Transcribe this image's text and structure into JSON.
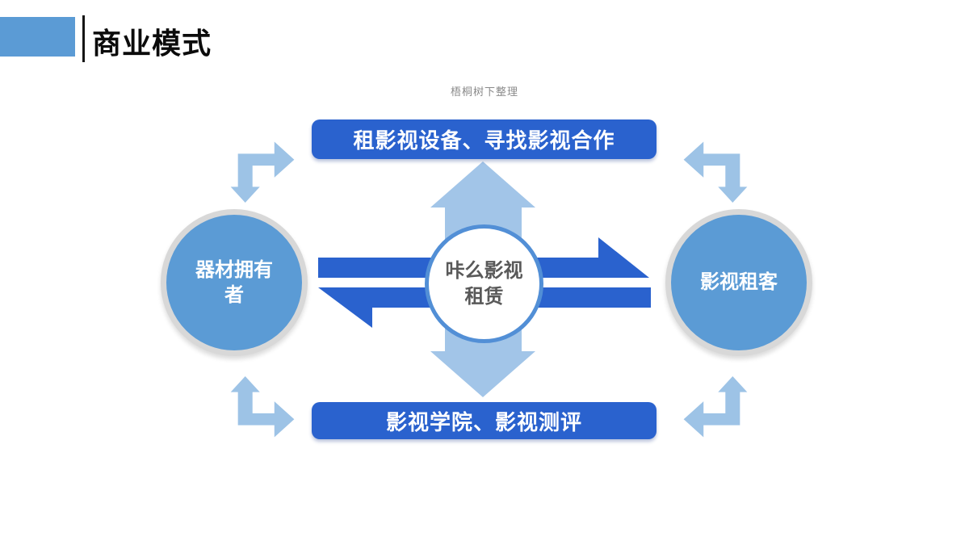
{
  "slide": {
    "header": {
      "title": "商业模式",
      "accent_color": "#5B9BD5"
    },
    "credit": "梧桐树下整理",
    "diagram": {
      "top_box": {
        "label": "租影视设备、寻找影视合作",
        "color": "#2A62CE"
      },
      "bottom_box": {
        "label": "影视学院、影视测评",
        "color": "#2A62CE"
      },
      "left_circle": {
        "line1": "器材拥有",
        "line2": "者",
        "fill": "#5B9BD5",
        "ring": "#D8D8D8"
      },
      "right_circle": {
        "label": "影视租客",
        "fill": "#5B9BD5",
        "ring": "#D8D8D8"
      },
      "center_circle": {
        "line1": "咔么影视",
        "line2": "租赁",
        "ring": "#528FD6",
        "text_color": "#595959"
      },
      "arrows": {
        "horizontal_color": "#2A62CE",
        "vertical_color": "#A2C5E8",
        "corner_color": "#9DC3E6"
      }
    }
  }
}
